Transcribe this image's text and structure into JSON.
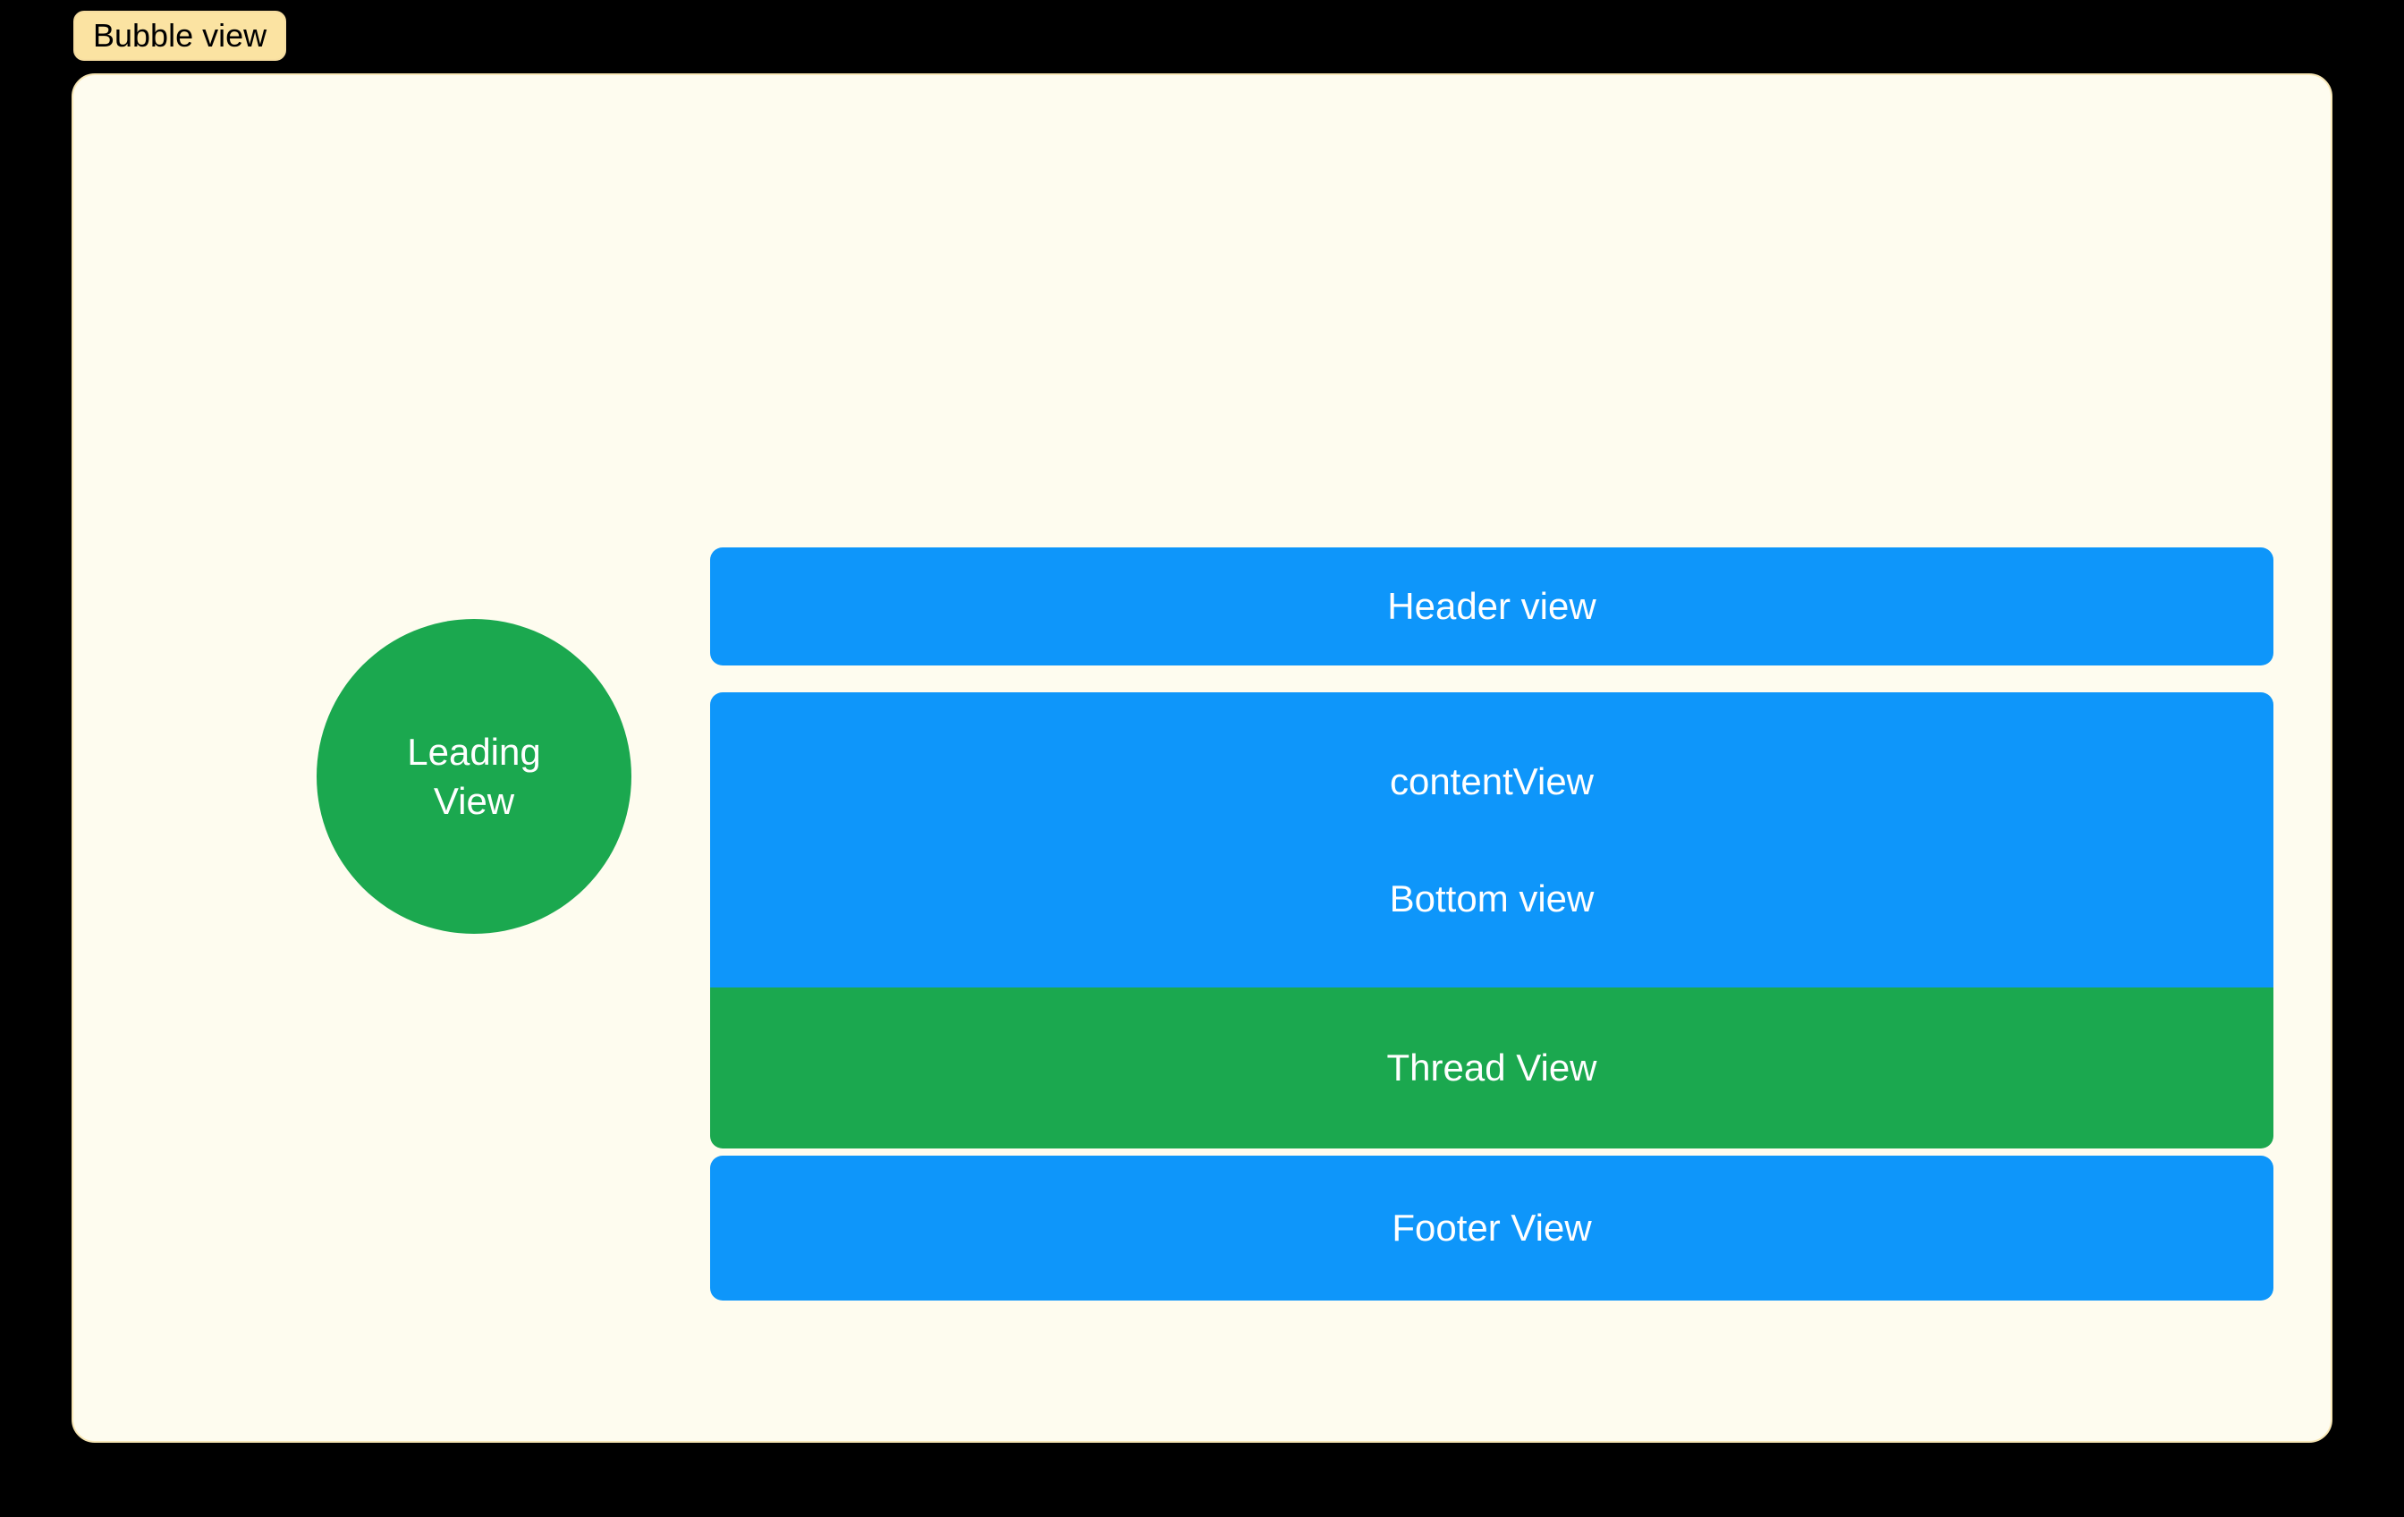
{
  "diagram": {
    "tag": {
      "label": "Bubble view"
    },
    "leading": {
      "name": "Leading View",
      "line1": "Leading",
      "line2": "View",
      "shape": "circle",
      "color": "#1BA84F",
      "text_color": "#FFFFFF"
    },
    "bars": [
      {
        "id": "header-view",
        "label": "Header view",
        "color": "#0E96FA",
        "text_color": "#FFFFFF"
      },
      {
        "id": "content-view",
        "label": "contentView",
        "color": "#0E96FA",
        "text_color": "#FFFFFF"
      },
      {
        "id": "bottom-view",
        "label": "Bottom view",
        "color": "#0E96FA",
        "text_color": "#FFFFFF"
      },
      {
        "id": "thread-view",
        "label": "Thread View",
        "color": "#1BA84F",
        "text_color": "#FFFFFF"
      },
      {
        "id": "footer-view",
        "label": "Footer View",
        "color": "#0E96FA",
        "text_color": "#FFFFFF"
      }
    ],
    "colors": {
      "canvas_background": "#000000",
      "panel_background": "#FEFCEF",
      "panel_border": "#F7E6B5",
      "tag_background": "#FBE3A2",
      "tag_text": "#000000",
      "blue": "#0E96FA",
      "green": "#1BA84F"
    }
  }
}
